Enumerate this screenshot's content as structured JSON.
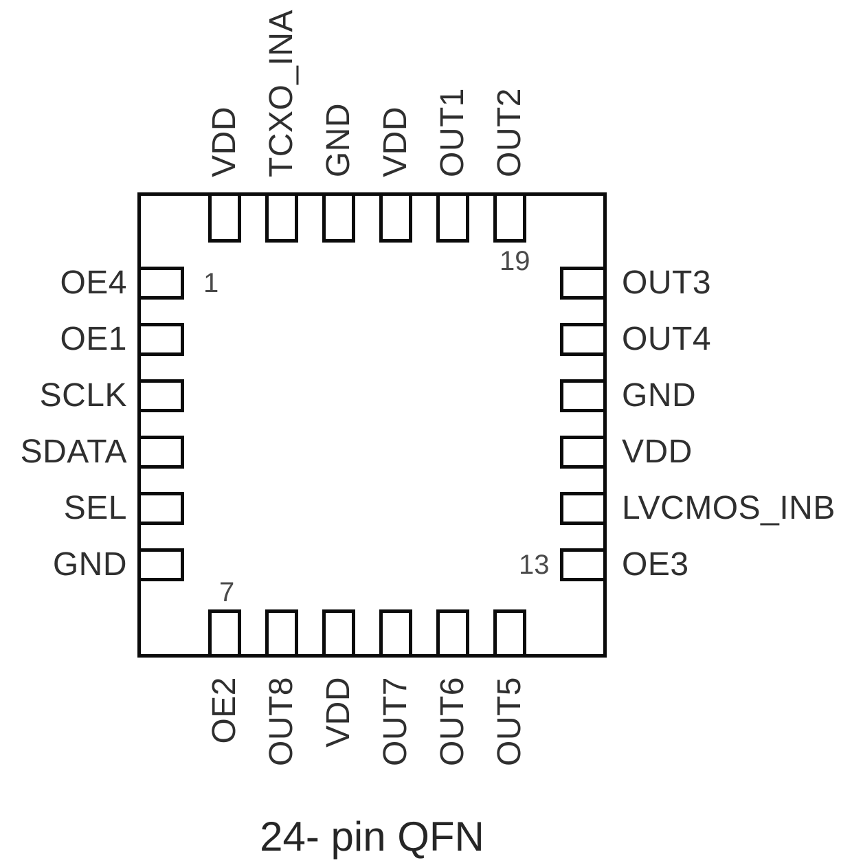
{
  "diagram": {
    "caption": "24- pin QFN",
    "colors": {
      "background": "#ffffff",
      "line": "#0b0b0b",
      "label_text": "#2f2f2f",
      "pin_number_text": "#4a4a4a"
    },
    "sides": {
      "top": {
        "labels": [
          "VDD",
          "TCXO_INA",
          "GND",
          "VDD",
          "OUT1",
          "OUT2"
        ]
      },
      "left": {
        "labels": [
          "OE4",
          "OE1",
          "SCLK",
          "SDATA",
          "SEL",
          "GND"
        ]
      },
      "right": {
        "labels": [
          "OUT3",
          "OUT4",
          "GND",
          "VDD",
          "LVCMOS_INB",
          "OE3"
        ]
      },
      "bottom": {
        "labels": [
          "OE2",
          "OUT8",
          "VDD",
          "OUT7",
          "OUT6",
          "OUT5"
        ]
      }
    },
    "pin_number_markers": {
      "top_left": "1",
      "top_right": "19",
      "bottom_right": "13",
      "bottom_left": "7"
    }
  }
}
